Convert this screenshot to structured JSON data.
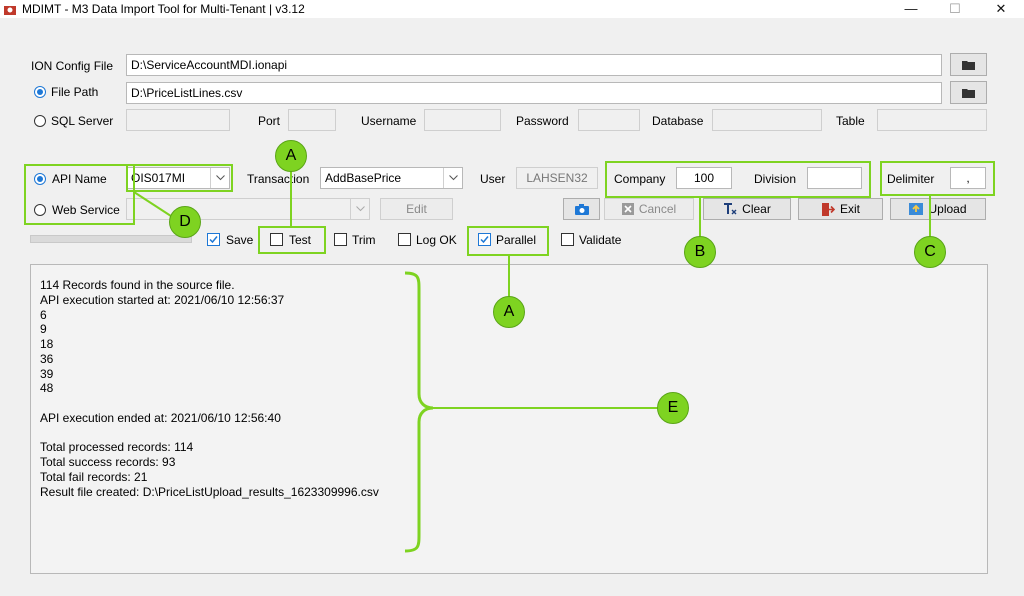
{
  "window": {
    "title": "MDIMT - M3 Data Import Tool for Multi-Tenant | v3.12",
    "minimize": "—",
    "maximize": "☐",
    "close": "✕"
  },
  "config": {
    "ion_label": "ION Config File",
    "ion_value": "D:\\ServiceAccountMDI.ionapi",
    "filepath_label": "File Path",
    "filepath_value": "D:\\PriceListLines.csv",
    "sql_label": "SQL Server",
    "port_label": "Port",
    "username_label": "Username",
    "password_label": "Password",
    "database_label": "Database",
    "table_label": "Table"
  },
  "api": {
    "api_name_label": "API Name",
    "api_name_value": "OIS017MI",
    "transaction_label": "Transaction",
    "transaction_value": "AddBasePrice",
    "user_label": "User",
    "user_value": "LAHSEN32",
    "company_label": "Company",
    "company_value": "100",
    "division_label": "Division",
    "division_value": "",
    "delimiter_label": "Delimiter",
    "delimiter_value": ",",
    "webservice_label": "Web Service",
    "edit_label": "Edit"
  },
  "buttons": {
    "cancel": "Cancel",
    "clear": "Clear",
    "exit": "Exit",
    "upload": "Upload"
  },
  "options": {
    "save": "Save",
    "test": "Test",
    "trim": "Trim",
    "logok": "Log OK",
    "parallel": "Parallel",
    "validate": "Validate"
  },
  "callouts": {
    "a1": "A",
    "a2": "A",
    "b": "B",
    "c": "C",
    "d": "D",
    "e": "E"
  },
  "log": [
    "114 Records found in the source file.",
    "API execution started at: 2021/06/10 12:56:37",
    "6",
    "9",
    "18",
    "36",
    "39",
    "48",
    "",
    "API execution ended at: 2021/06/10 12:56:40",
    "",
    "Total processed records: 114",
    "Total success records: 93",
    "Total fail records: 21",
    "Result file created: D:\\PriceListUpload_results_1623309996.csv"
  ],
  "colors": {
    "callout": "#7ed321",
    "accent": "#1e78d6"
  }
}
